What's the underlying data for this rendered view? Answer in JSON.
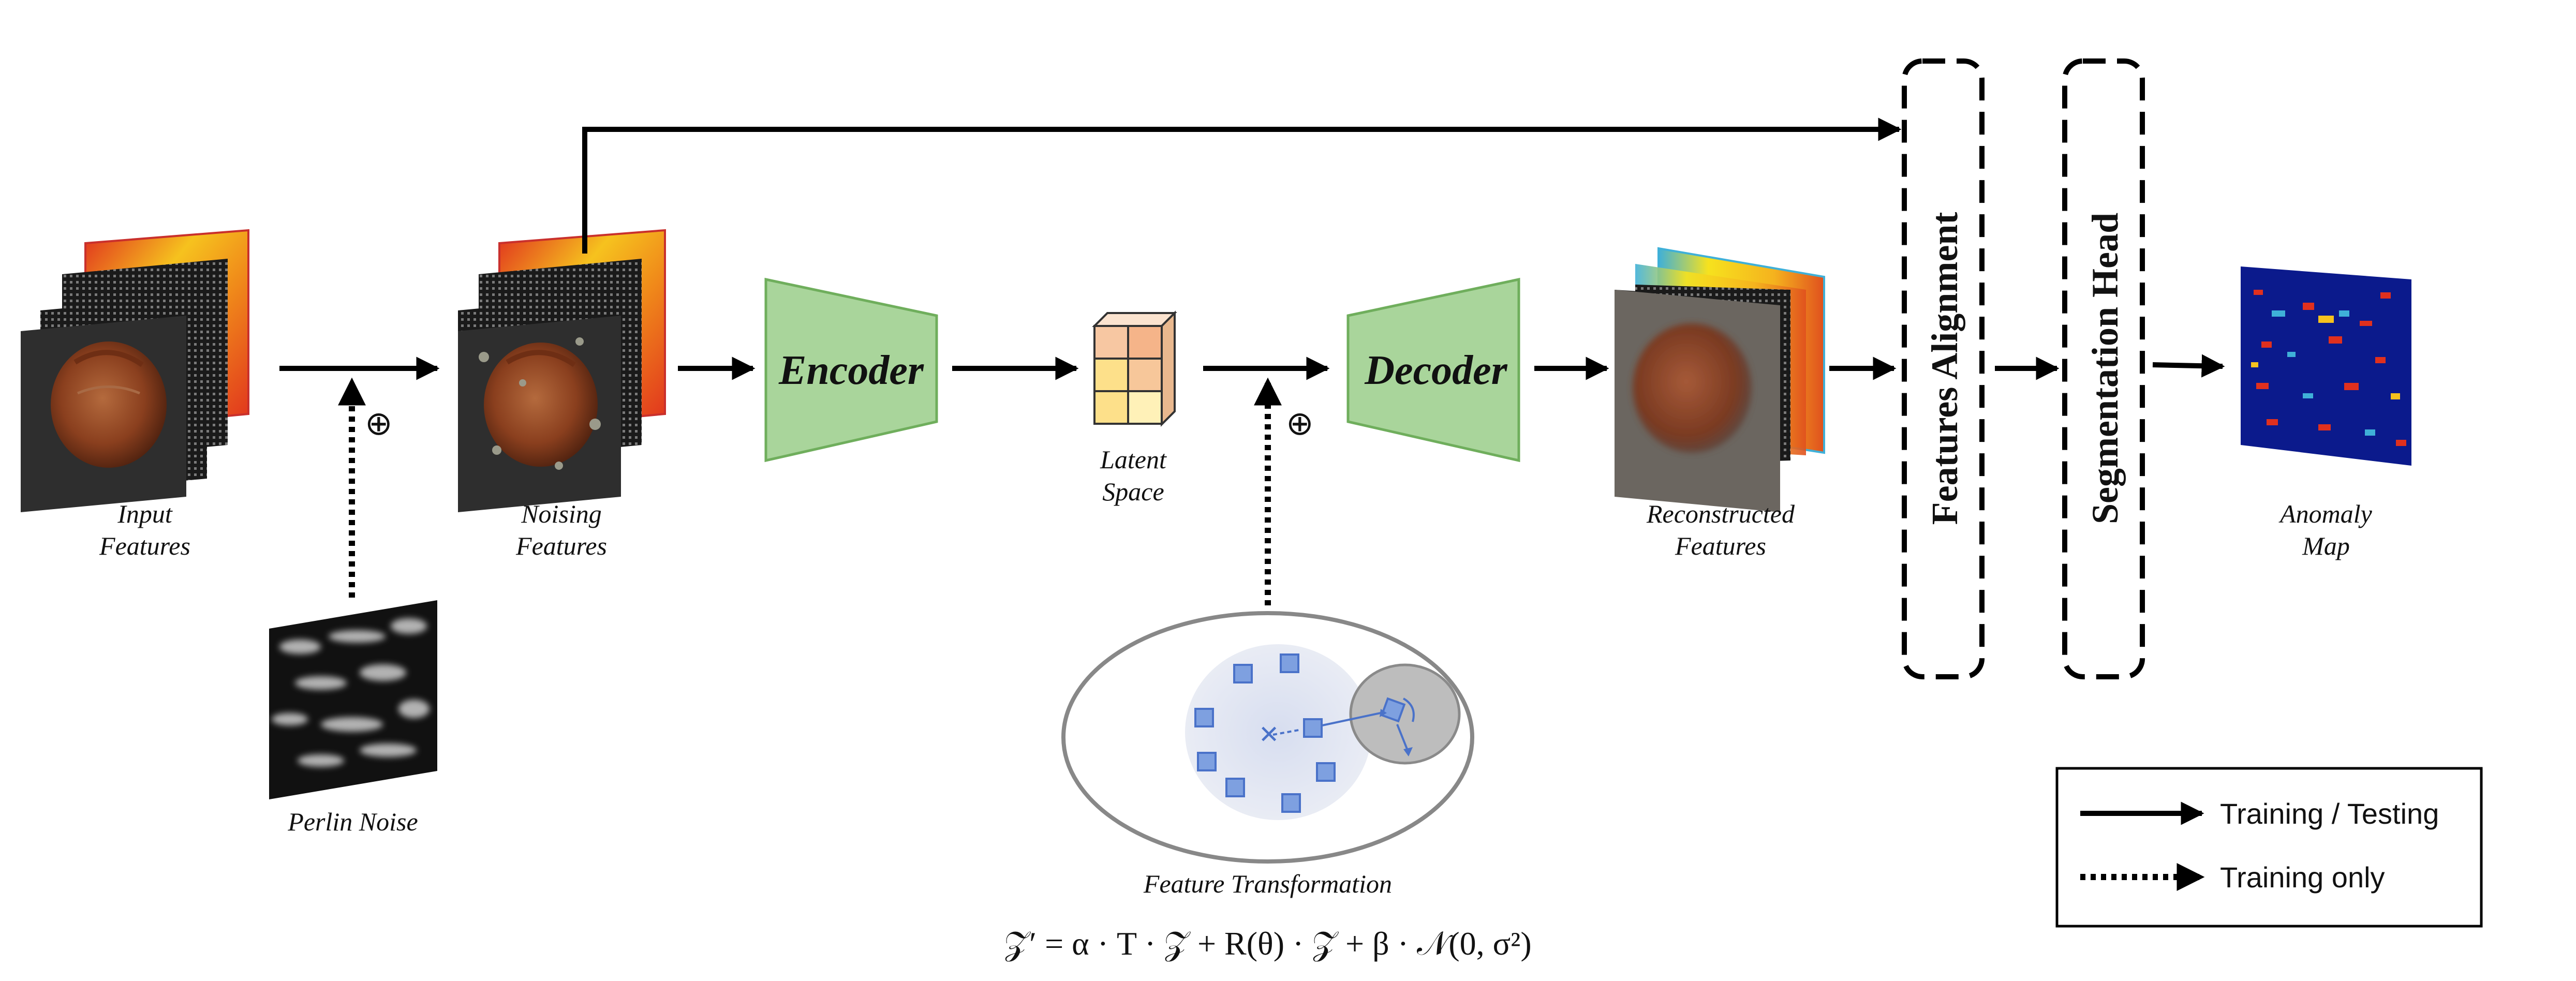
{
  "labels": {
    "input_features": [
      "Input",
      "Features"
    ],
    "noising_features": [
      "Noising",
      "Features"
    ],
    "perlin_noise": "Perlin Noise",
    "encoder": "Encoder",
    "latent_space": [
      "Latent",
      "Space"
    ],
    "decoder": "Decoder",
    "reconstructed_features": [
      "Reconstructed",
      "Features"
    ],
    "features_alignment": "Features  Alignment",
    "segmentation_head": "Segmentation Head",
    "anomaly_map": [
      "Anomaly",
      "Map"
    ],
    "feature_transformation": "Feature Transformation",
    "formula": "𝒵′ = α · T · 𝒵 + R(θ) · 𝒵 + β · 𝒩(0, σ²)"
  },
  "symbols": {
    "direct_sum": "⊕"
  },
  "legend": {
    "training_testing": "Training / Testing",
    "training_only": "Training only"
  },
  "colors": {
    "block_fill": "#a9d59b",
    "block_stroke": "#6fae5c",
    "anomaly_bg": "#0b1a8c",
    "heat_red": "#e0301e",
    "heat_yellow": "#f6c21e",
    "latent_orange": "#f5b489",
    "latent_yellow": "#fde08a",
    "transform_blue": "#4a72c9",
    "transform_fill": "#8eaadf"
  }
}
